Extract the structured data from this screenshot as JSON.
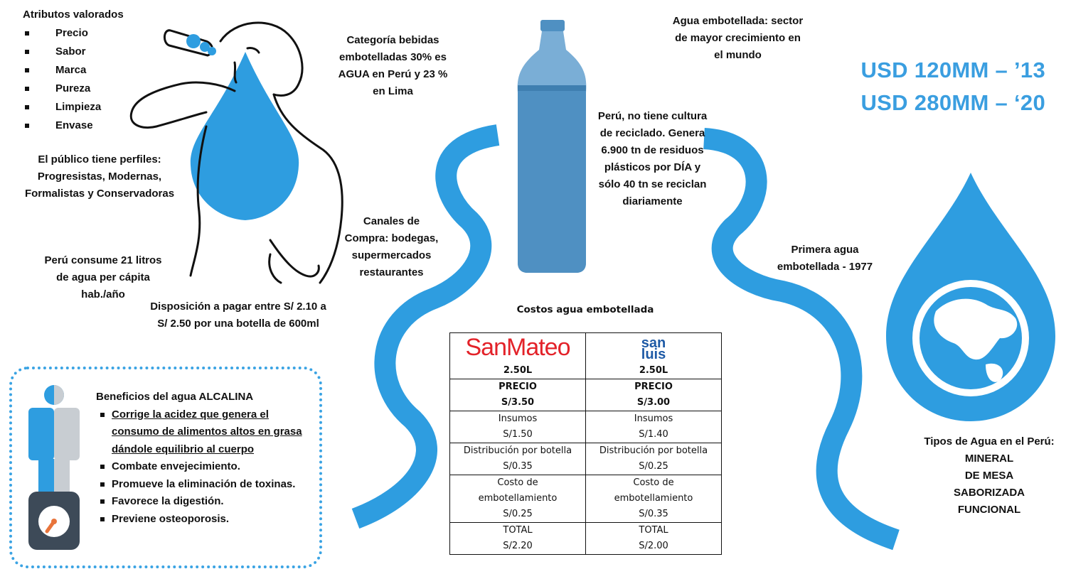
{
  "attributes": {
    "title": "Atributos valorados",
    "items": [
      "Precio",
      "Sabor",
      "Marca",
      "Pureza",
      "Limpieza",
      "Envase"
    ]
  },
  "profiles": "El público tiene perfiles: Progresistas, Modernas, Formalistas y Conservadoras",
  "consumption": "Perú consume 21 litros de agua per cápita hab./año",
  "willingness": "Disposición a pagar  entre S/ 2.10 a S/ 2.50 por una botella de 600ml",
  "category": "Categoría bebidas embotelladas 30% es AGUA en Perú y 23 % en Lima",
  "channels": "Canales de Compra: bodegas, supermercados restaurantes",
  "sector": "Agua embotellada: sector de mayor crecimiento en el mundo",
  "usd": {
    "line1": "USD 120MM – ’13",
    "line2": "USD 280MM – ‘20"
  },
  "recycling": "Perú, no tiene cultura de reciclado. Genera 6.900 tn de residuos plásticos por DÍA y sólo 40 tn se reciclan diariamente",
  "first_water": "Primera agua embotellada - 1977",
  "types": {
    "title": "Tipos de Agua en el Perú:",
    "items": [
      "MINERAL",
      "DE MESA",
      "SABORIZADA",
      "FUNCIONAL"
    ]
  },
  "benefits": {
    "title": "Beneficios del agua ALCALINA",
    "items": [
      "Corrige la acidez que genera el consumo de alimentos altos en grasa dándole equilibrio al cuerpo",
      "Combate envejecimiento.",
      "Promueve la eliminación de toxinas.",
      "Favorece la digestión.",
      "Previene osteoporosis."
    ]
  },
  "costs": {
    "title": "Costos agua embotellada",
    "brands": [
      "SanMateo",
      "san luis"
    ],
    "san_luis_logo": [
      "san",
      "luis"
    ],
    "sizes": [
      "2.50L",
      "2.50L"
    ],
    "rows": [
      {
        "label": "PRECIO",
        "values": [
          "S/3.50",
          "S/3.00"
        ]
      },
      {
        "label": "Insumos",
        "values": [
          "S/1.50",
          "S/1.40"
        ]
      },
      {
        "label": "Distribución por botella",
        "values": [
          "S/0.35",
          "S/0.25"
        ]
      },
      {
        "label": "Costo de embotellamiento",
        "values": [
          "S/0.25",
          "S/0.35"
        ]
      },
      {
        "label": "TOTAL",
        "values": [
          "S/2.20",
          "S/2.00"
        ]
      }
    ]
  },
  "colors": {
    "accent": "#3aa3e3",
    "bottle": "#4f90c2",
    "usd": "#3a9ee0",
    "sanmateo": "#e32229",
    "sanluis": "#1e5aa6"
  }
}
